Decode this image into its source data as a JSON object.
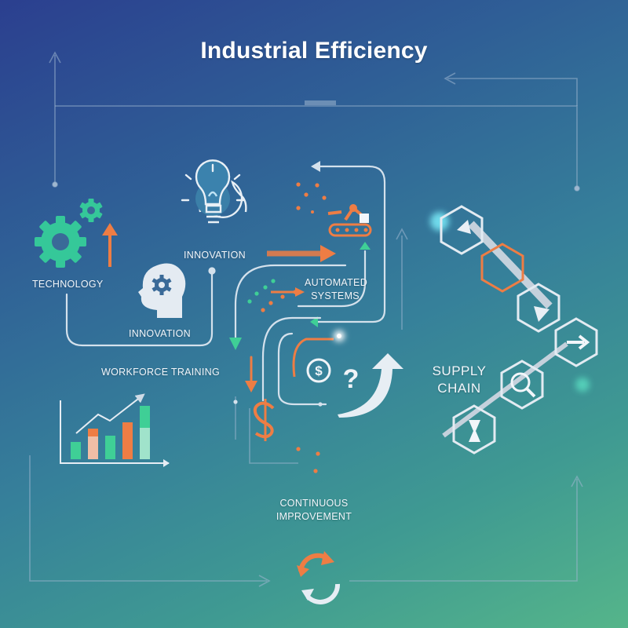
{
  "title": "Industrial Efficiency",
  "labels": {
    "technology": "TECHNOLOGY",
    "innovation_top": "INNOVATION",
    "innovation_mid": "INNOVATION",
    "automated_1": "AUTOMATED",
    "automated_2": "SYSTEMS",
    "workforce": "WORKFORCE TRAINING",
    "supply_1": "SUPPLY",
    "supply_2": "CHAIN",
    "continuous_1": "CONTINUOUS",
    "continuous_2": "IMPROVEMENT"
  },
  "colors": {
    "accent_orange": "#ee7d44",
    "accent_green": "#3fcf96",
    "line": "#d4e1ec"
  },
  "icons": {
    "technology": "gears-icon",
    "innovation": "lightbulb-icon",
    "workforce": "head-gear-icon",
    "automation": "robot-arm-conveyor-icon",
    "cost": "dollar-sign-icon",
    "question": "dollar-question-icon",
    "growth": "bar-chart-icon",
    "supply_chain": "hexagon-chain-icon",
    "improvement": "cycle-arrows-icon"
  }
}
